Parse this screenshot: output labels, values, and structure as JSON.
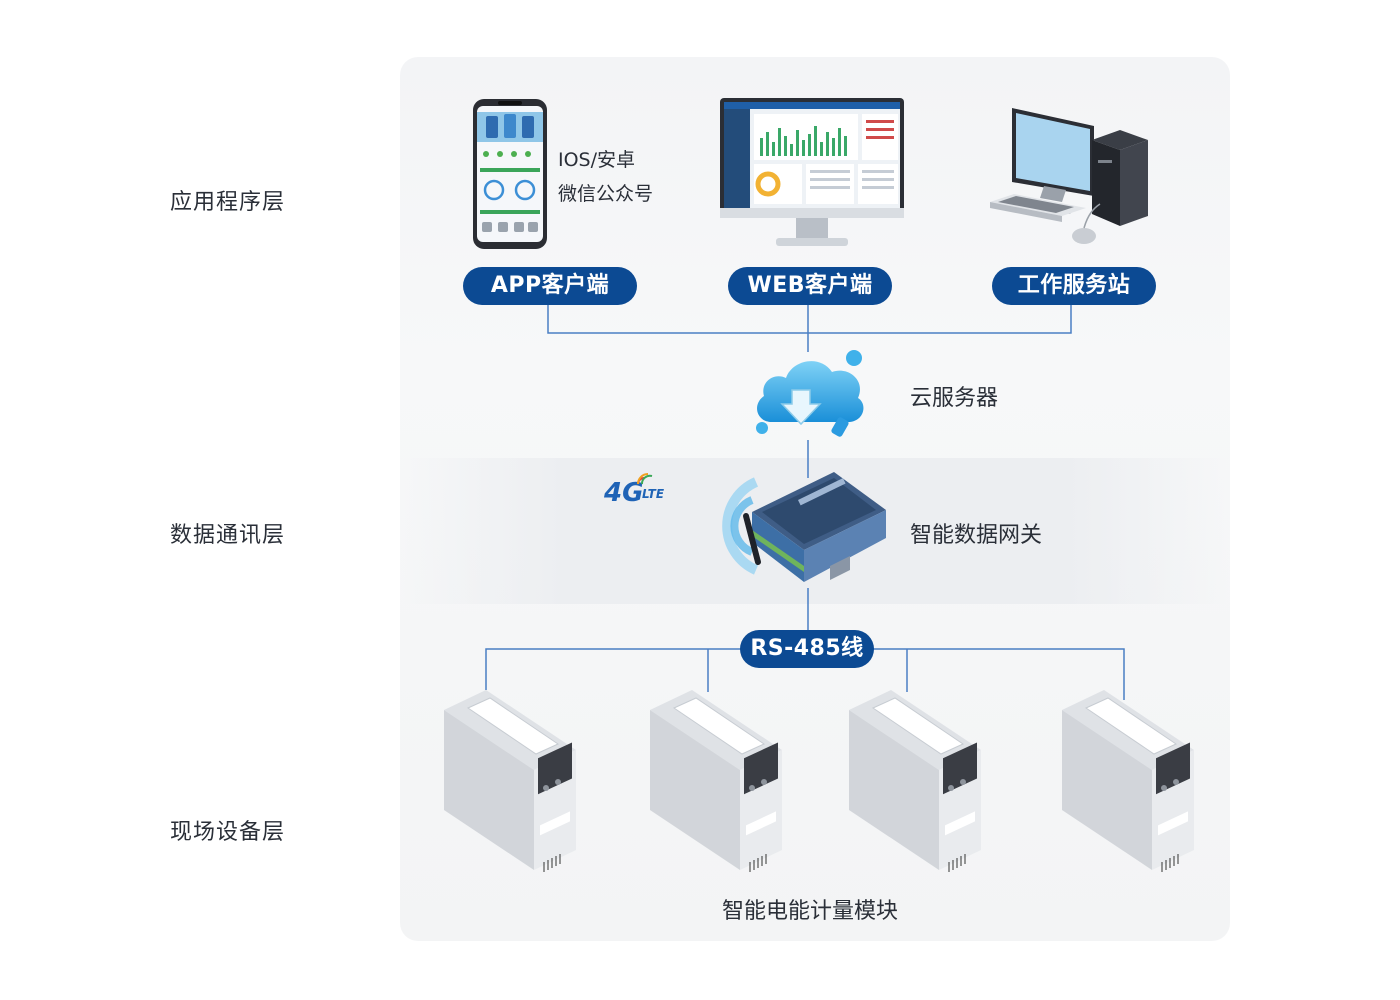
{
  "layers": {
    "application": "应用程序层",
    "communication": "数据通讯层",
    "field": "现场设备层"
  },
  "app_client": {
    "label": "APP客户端",
    "platform_line1": "IOS/安卓",
    "platform_line2": "微信公众号"
  },
  "web_client": {
    "label": "WEB客户端"
  },
  "workstation": {
    "label": "工作服务站"
  },
  "cloud": {
    "label": "云服务器"
  },
  "gateway": {
    "label": "智能数据网关",
    "badge": "4G",
    "badge_sub": "LTE"
  },
  "bus": {
    "label": "RS-485线"
  },
  "modules": {
    "label": "智能电能计量模块",
    "count": 4
  },
  "colors": {
    "pill": "#0c4a93",
    "line": "#4a7fc4",
    "panel": "#f3f4f6",
    "cloud": "#2aa3e6"
  },
  "icons": [
    "smartphone-icon",
    "monitor-icon",
    "desktop-pc-icon",
    "cloud-icon",
    "wifi-signal-icon",
    "gateway-device-icon",
    "meter-module-icon"
  ]
}
